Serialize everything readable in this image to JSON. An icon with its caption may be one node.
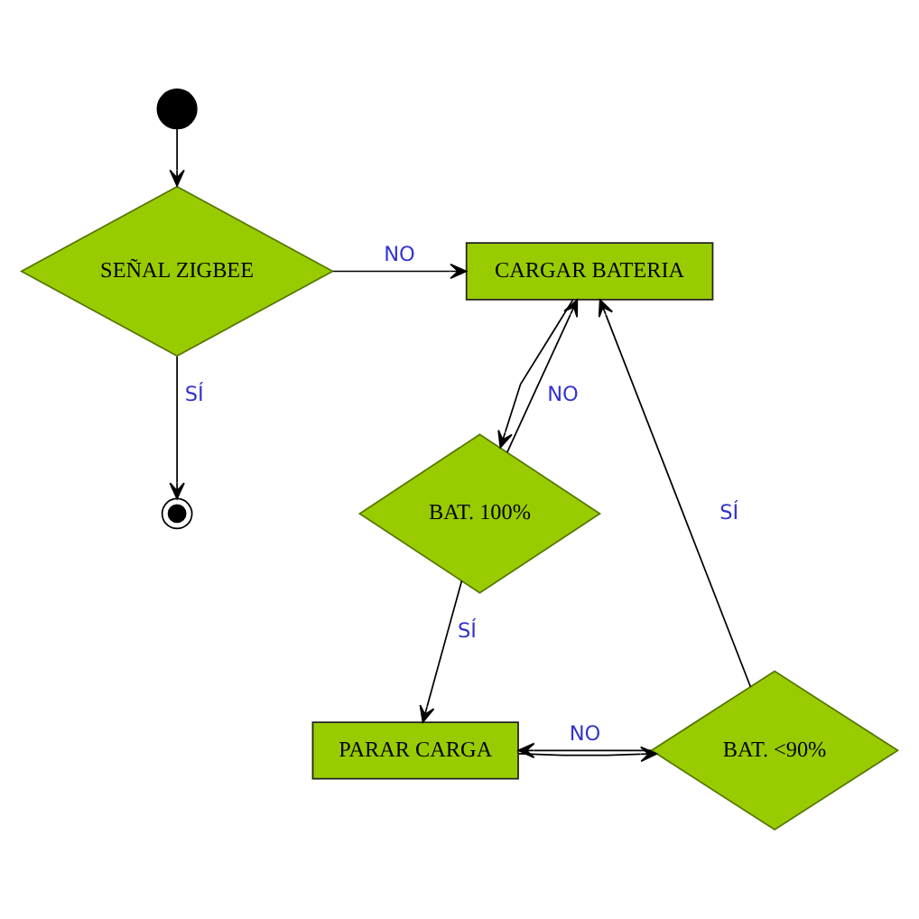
{
  "diagram": {
    "nodes": [
      {
        "text": [],
        "shape": "circle"
      },
      {
        "text": [
          "SEÑAL ZIGBEE"
        ]
      },
      {
        "text": [
          "CARGAR BATERIA"
        ]
      },
      {
        "text": [
          "BAT. 100%"
        ]
      },
      {
        "text": [
          "PARAR CARGA"
        ]
      },
      {
        "text": [
          "BAT. <90%"
        ]
      },
      {
        "text": [],
        "shape": "circle"
      }
    ],
    "edges": [
      {
        "from": 0,
        "to": 1,
        "arrow": "to"
      },
      {
        "from": 1,
        "to": 2,
        "arrow": "to",
        "label": "NO"
      },
      {
        "from": 1,
        "to": 6,
        "arrow": "to",
        "label": "SÍ"
      },
      {
        "from": 2,
        "to": 3,
        "arrow": "to"
      },
      {
        "from": 3,
        "to": 2,
        "arrow": "to",
        "label": "NO"
      },
      {
        "from": 3,
        "to": 4,
        "arrow": "to",
        "label": "SÍ"
      },
      {
        "from": 4,
        "to": 5,
        "arrow": "to"
      },
      {
        "from": 5,
        "to": 2,
        "arrow": "to",
        "label": "SÍ"
      },
      {
        "from": 5,
        "to": 4,
        "arrow": "to",
        "label": "NO"
      }
    ]
  }
}
